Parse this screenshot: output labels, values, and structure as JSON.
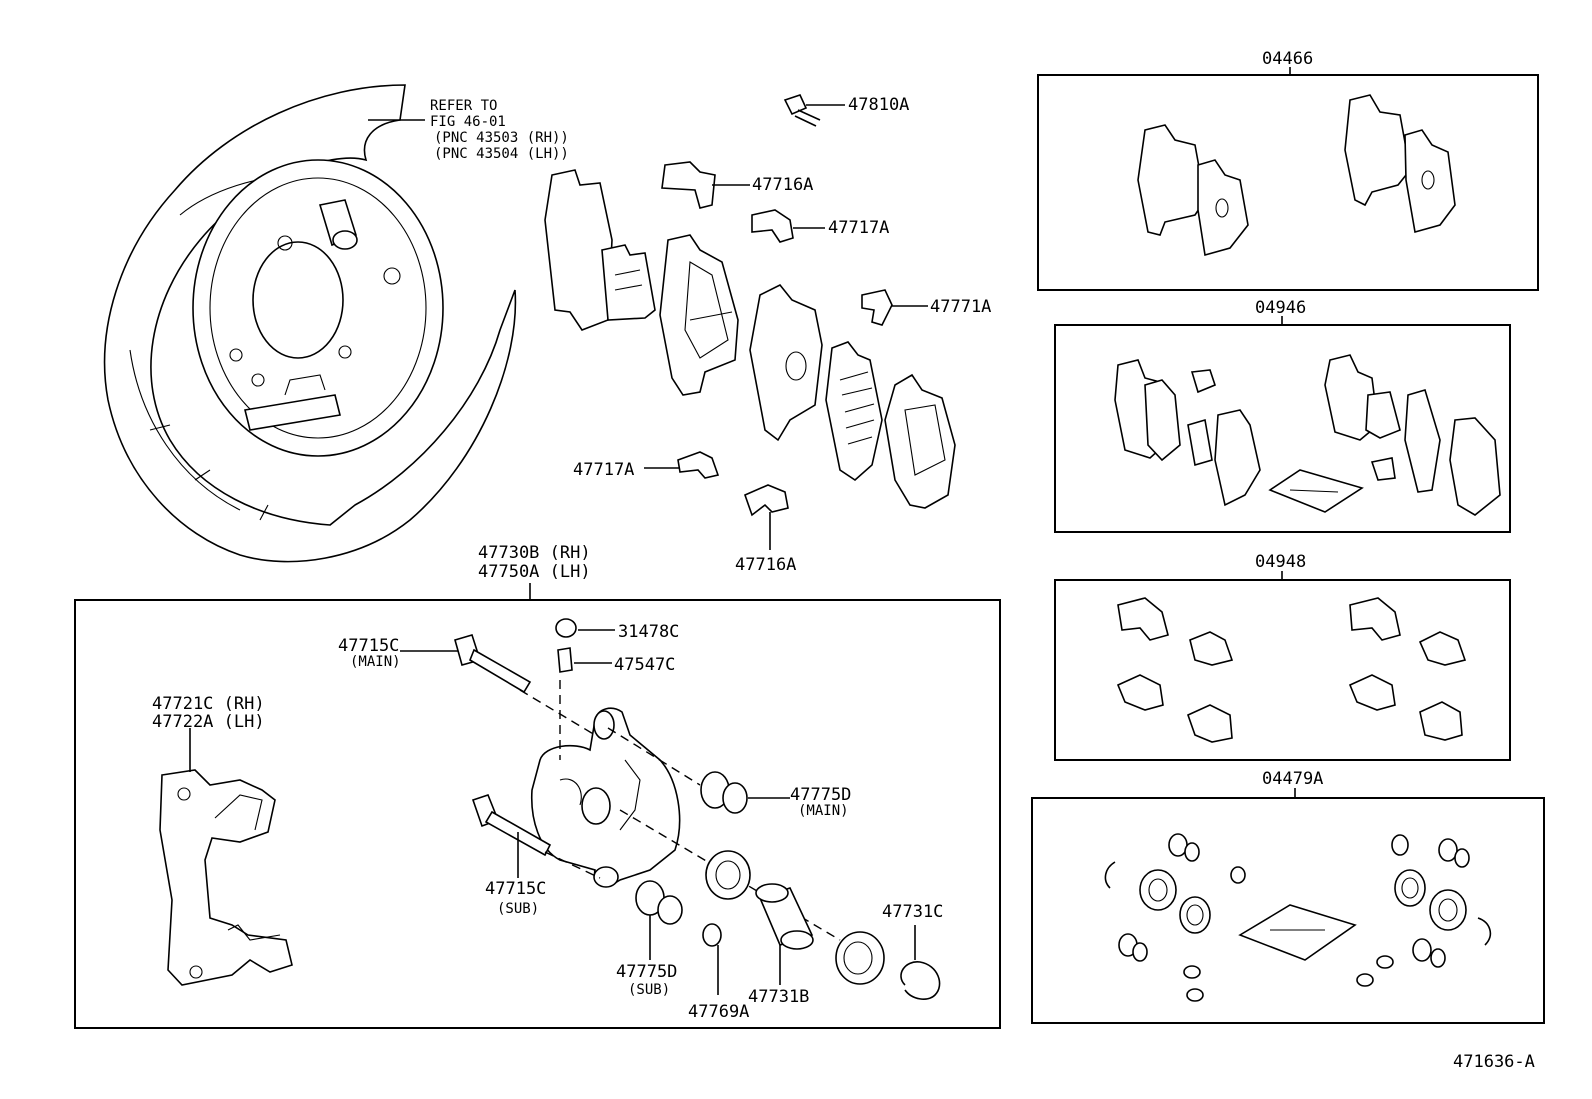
{
  "labels": {
    "refer_line1": "REFER TO",
    "refer_line2": "FIG 46-01",
    "refer_line3": "(PNC 43503 (RH))",
    "refer_line4": "(PNC 43504 (LH))",
    "p47810A": "47810A",
    "p47716A_top": "47716A",
    "p47717A_top": "47717A",
    "p47771A": "47771A",
    "p47717A_low": "47717A",
    "p47716A_low": "47716A",
    "caliper_rh": "47730B (RH)",
    "caliper_lh": "47750A (LH)",
    "p31478C": "31478C",
    "p47547C": "47547C",
    "p47715C_main": "47715C",
    "main_note1": "(MAIN)",
    "mount_rh": "47721C (RH)",
    "mount_lh": "47722A (LH)",
    "p47775D_main": "47775D",
    "main_note2": "(MAIN)",
    "p47715C_sub": "47715C",
    "sub_note1": "(SUB)",
    "p47775D_sub": "47775D",
    "sub_note2": "(SUB)",
    "p47769A": "47769A",
    "p47731B": "47731B",
    "p47731C": "47731C",
    "kit_04466": "04466",
    "kit_04946": "04946",
    "kit_04948": "04948",
    "kit_04479A": "04479A",
    "figure_id": "471636-A"
  },
  "icons": [
    "backing-plate-icon",
    "brake-pad-icon",
    "anti-squeal-shim-icon",
    "pad-clip-icon",
    "caliper-body-icon",
    "caliper-mounting-icon",
    "slide-pin-icon",
    "boot-icon",
    "piston-icon",
    "piston-seal-icon",
    "snap-ring-icon",
    "bleeder-plug-icon",
    "bolt-icon"
  ]
}
